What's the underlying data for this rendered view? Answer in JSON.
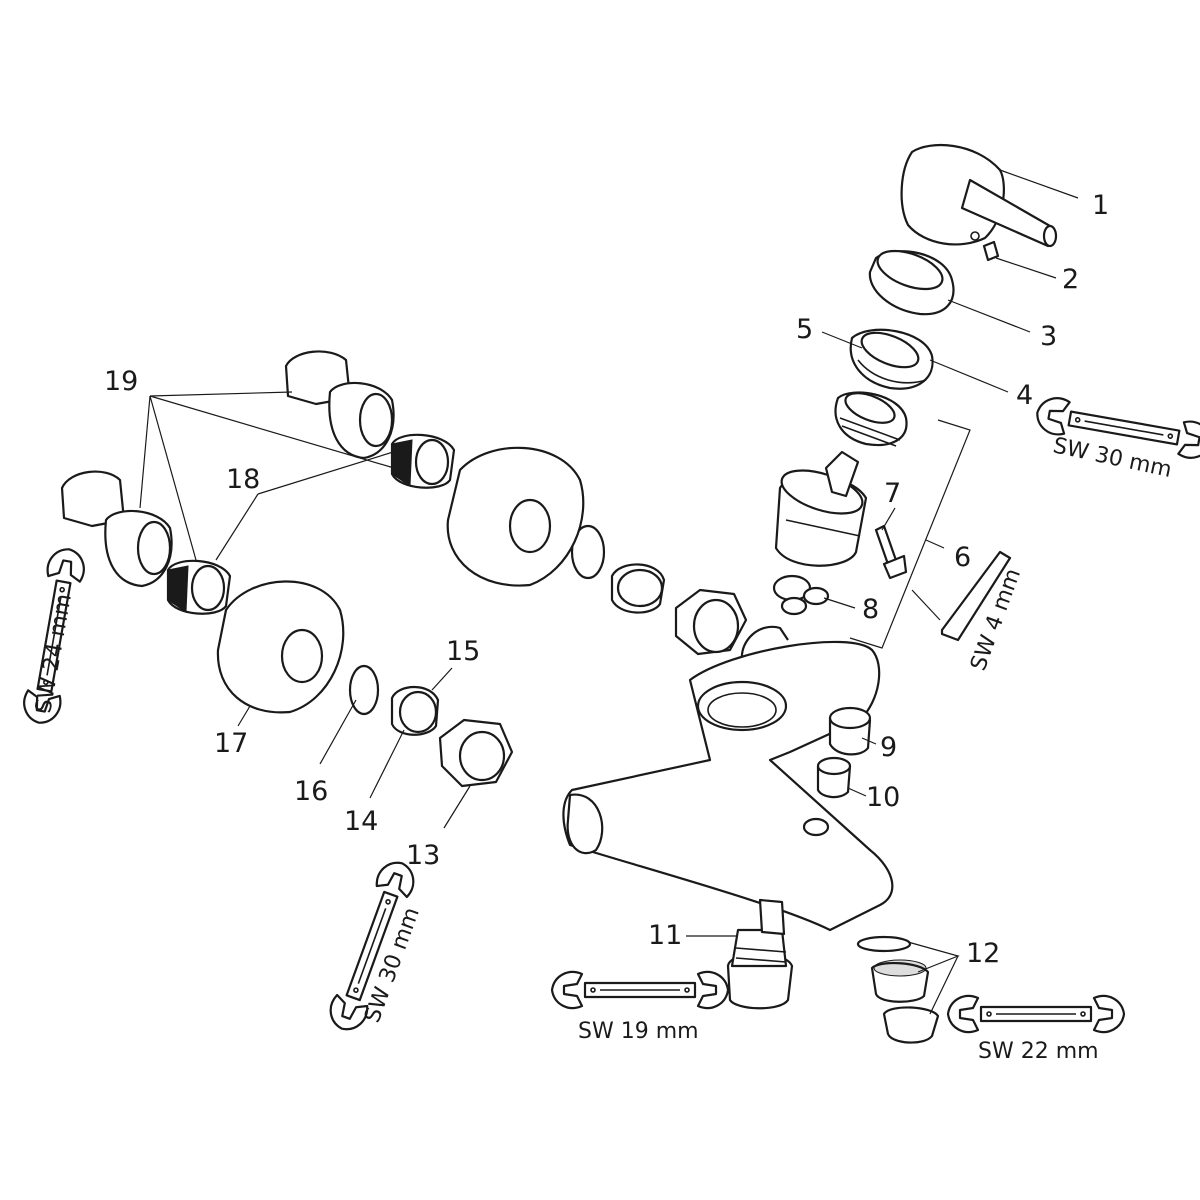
{
  "parts": [
    {
      "num": "1"
    },
    {
      "num": "2"
    },
    {
      "num": "3"
    },
    {
      "num": "4"
    },
    {
      "num": "5"
    },
    {
      "num": "6"
    },
    {
      "num": "7"
    },
    {
      "num": "8"
    },
    {
      "num": "9"
    },
    {
      "num": "10"
    },
    {
      "num": "11"
    },
    {
      "num": "12"
    },
    {
      "num": "13"
    },
    {
      "num": "14"
    },
    {
      "num": "15"
    },
    {
      "num": "16"
    },
    {
      "num": "17"
    },
    {
      "num": "18"
    },
    {
      "num": "19"
    }
  ],
  "tools": {
    "wrench_top_right": "SW 30 mm",
    "allen_key": "SW 4 mm",
    "wrench_left": "SW 24 mm",
    "wrench_bottom_left": "SW 30 mm",
    "wrench_bottom_center": "SW 19 mm",
    "wrench_bottom_right": "SW 22 mm"
  },
  "icons": [
    "open-end-wrench-icon",
    "allen-key-icon"
  ],
  "colors": {
    "line": "#1a1a1a",
    "background": "#ffffff"
  }
}
